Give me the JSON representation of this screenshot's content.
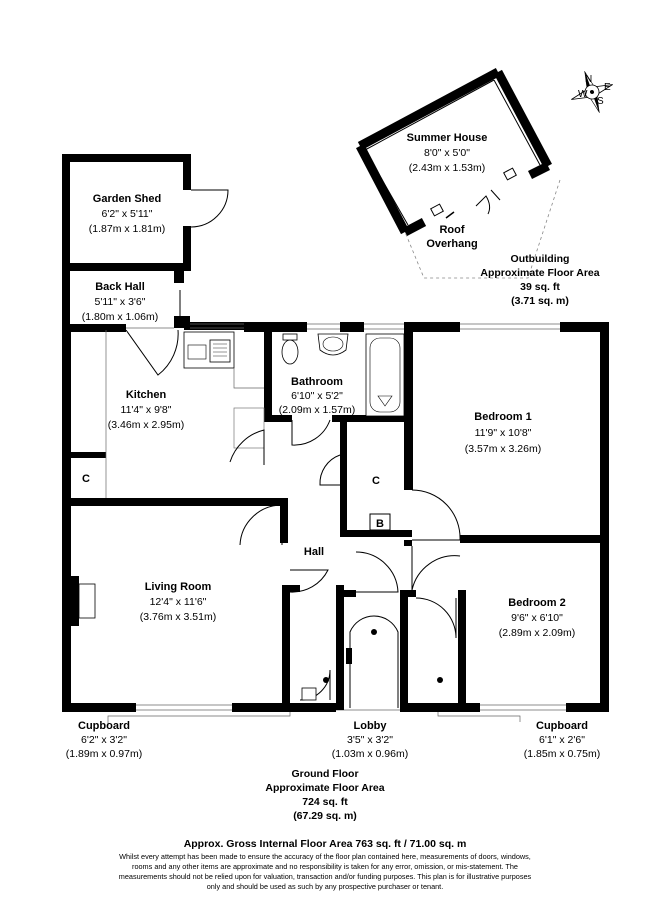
{
  "compass": {
    "icon": "compass-rose-icon",
    "labels": [
      "N",
      "E",
      "S",
      "W"
    ]
  },
  "outbuilding": {
    "summer_house": {
      "name": "Summer House",
      "dim_imperial": "8'0\" x 5'0\"",
      "dim_metric": "(2.43m x 1.53m)"
    },
    "roof_overhang": {
      "line1": "Roof",
      "line2": "Overhang"
    },
    "area": {
      "line1": "Outbuilding",
      "line2": "Approximate Floor Area",
      "sqft": "39 sq. ft",
      "sqm": "(3.71 sq. m)"
    }
  },
  "rooms": {
    "garden_shed": {
      "name": "Garden Shed",
      "dim_imperial": "6'2\" x 5'11\"",
      "dim_metric": "(1.87m x 1.81m)"
    },
    "back_hall": {
      "name": "Back Hall",
      "dim_imperial": "5'11\" x 3'6\"",
      "dim_metric": "(1.80m x 1.06m)"
    },
    "kitchen": {
      "name": "Kitchen",
      "dim_imperial": "11'4\" x 9'8\"",
      "dim_metric": "(3.46m x 2.95m)"
    },
    "bathroom": {
      "name": "Bathroom",
      "dim_imperial": "6'10\" x 5'2\"",
      "dim_metric": "(2.09m x 1.57m)"
    },
    "bedroom1": {
      "name": "Bedroom 1",
      "dim_imperial": "11'9\" x 10'8\"",
      "dim_metric": "(3.57m x 3.26m)"
    },
    "bedroom2": {
      "name": "Bedroom 2",
      "dim_imperial": "9'6\" x 6'10\"",
      "dim_metric": "(2.89m x 2.09m)"
    },
    "living_room": {
      "name": "Living Room",
      "dim_imperial": "12'4\" x 11'6\"",
      "dim_metric": "(3.76m x 3.51m)"
    },
    "hall": {
      "name": "Hall"
    },
    "cupboard_left": {
      "name": "Cupboard",
      "dim_imperial": "6'2\" x 3'2\"",
      "dim_metric": "(1.89m x 0.97m)"
    },
    "lobby": {
      "name": "Lobby",
      "dim_imperial": "3'5\" x 3'2\"",
      "dim_metric": "(1.03m x 0.96m)"
    },
    "cupboard_right": {
      "name": "Cupboard",
      "dim_imperial": "6'1\" x 2'6\"",
      "dim_metric": "(1.85m x 0.75m)"
    },
    "cupboard_kitchen": {
      "label": "C"
    },
    "cupboard_hall": {
      "label": "C"
    },
    "boiler": {
      "label": "B"
    }
  },
  "ground_floor": {
    "line1": "Ground Floor",
    "line2": "Approximate Floor Area",
    "sqft": "724 sq. ft",
    "sqm": "(67.29 sq. m)"
  },
  "gross_area": "Approx. Gross Internal Floor Area 763 sq. ft / 71.00 sq. m",
  "disclaimer": [
    "Whilst every attempt has been made to ensure the accuracy of the floor plan contained here, measurements of doors, windows,",
    "rooms and any other items are approximate and no responsibility is taken for any error, omission, or mis-statement. The",
    "measurements should not be relied upon for valuation, transaction and/or funding purposes. This plan is for illustrative purposes",
    "only and should be used as such by any prospective purchaser or tenant."
  ]
}
